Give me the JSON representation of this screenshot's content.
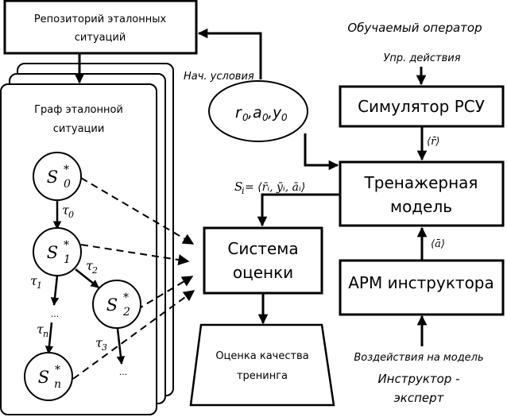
{
  "diagram": {
    "repository": {
      "line1": "Репозиторий эталонных",
      "line2": "ситуаций"
    },
    "graph_card": {
      "line1": "Граф эталонной",
      "line2": "ситуации",
      "nodes": [
        {
          "id": "s0",
          "base": "S",
          "sub": "0",
          "sup": "*"
        },
        {
          "id": "s1",
          "base": "S",
          "sub": "1",
          "sup": "*"
        },
        {
          "id": "s2",
          "base": "S",
          "sub": "2",
          "sup": "*"
        },
        {
          "id": "sn",
          "base": "S",
          "sub": "n",
          "sup": "*"
        }
      ],
      "edges": [
        {
          "from": "s0",
          "to": "s1",
          "label_base": "τ",
          "label_sub": "0"
        },
        {
          "from": "s1",
          "to": "ellipsis1",
          "label_base": "τ",
          "label_sub": "1"
        },
        {
          "from": "s1",
          "to": "s2",
          "label_base": "τ",
          "label_sub": "2"
        },
        {
          "from": "s2",
          "to": "ellipsis2",
          "label_base": "τ",
          "label_sub": "3"
        },
        {
          "from": "ellipsis1",
          "to": "sn",
          "label_base": "τ",
          "label_sub": "n"
        }
      ],
      "ellipsis": "..."
    },
    "initial_conditions": {
      "label": "Нач. условия",
      "ellipse_text": {
        "r": "r",
        "a": "a",
        "y": "y",
        "sub": "0"
      }
    },
    "trainee": {
      "title": "Обучаемый оператор",
      "control_actions": "Упр. действия"
    },
    "simulator": {
      "label": "Симулятор РСУ",
      "output": "⟨r̄⟩"
    },
    "training_model": {
      "line1": "Тренажерная",
      "line2": "модель"
    },
    "state_label": "S",
    "state_sub": "i",
    "state_formula": " = ⟨r̄ᵢ, ȳᵢ, āᵢ⟩",
    "evaluation": {
      "line1": "Система",
      "line2": "оценки"
    },
    "quality": {
      "line1": "Оценка качества",
      "line2": "тренинга"
    },
    "instructor_ws": {
      "label": "АРМ инструктора",
      "output": "⟨ā⟩"
    },
    "instructor": {
      "impact": "Воздействия на модель",
      "line1": "Инструктор -",
      "line2": "эксперт"
    }
  }
}
